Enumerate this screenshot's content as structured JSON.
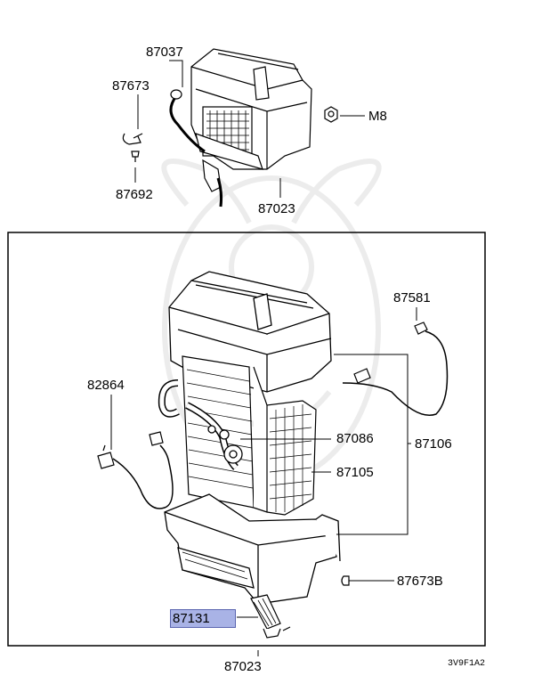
{
  "upper_assembly": {
    "labels": {
      "p87037": "87037",
      "p87673": "87673",
      "p87692": "87692",
      "p87023": "87023",
      "m8": "M8"
    }
  },
  "lower_assembly": {
    "labels": {
      "p87581": "87581",
      "p82864": "82864",
      "p87086": "87086",
      "p87106": "87106",
      "p87105": "87105",
      "p87673B": "87673B",
      "p87131": "87131",
      "p87023": "87023"
    },
    "highlighted_part": "87131"
  },
  "diagram_code": "3V9F1A2",
  "colors": {
    "highlight": "#a9b3e6",
    "line": "#000000",
    "watermark": "#ececec"
  }
}
